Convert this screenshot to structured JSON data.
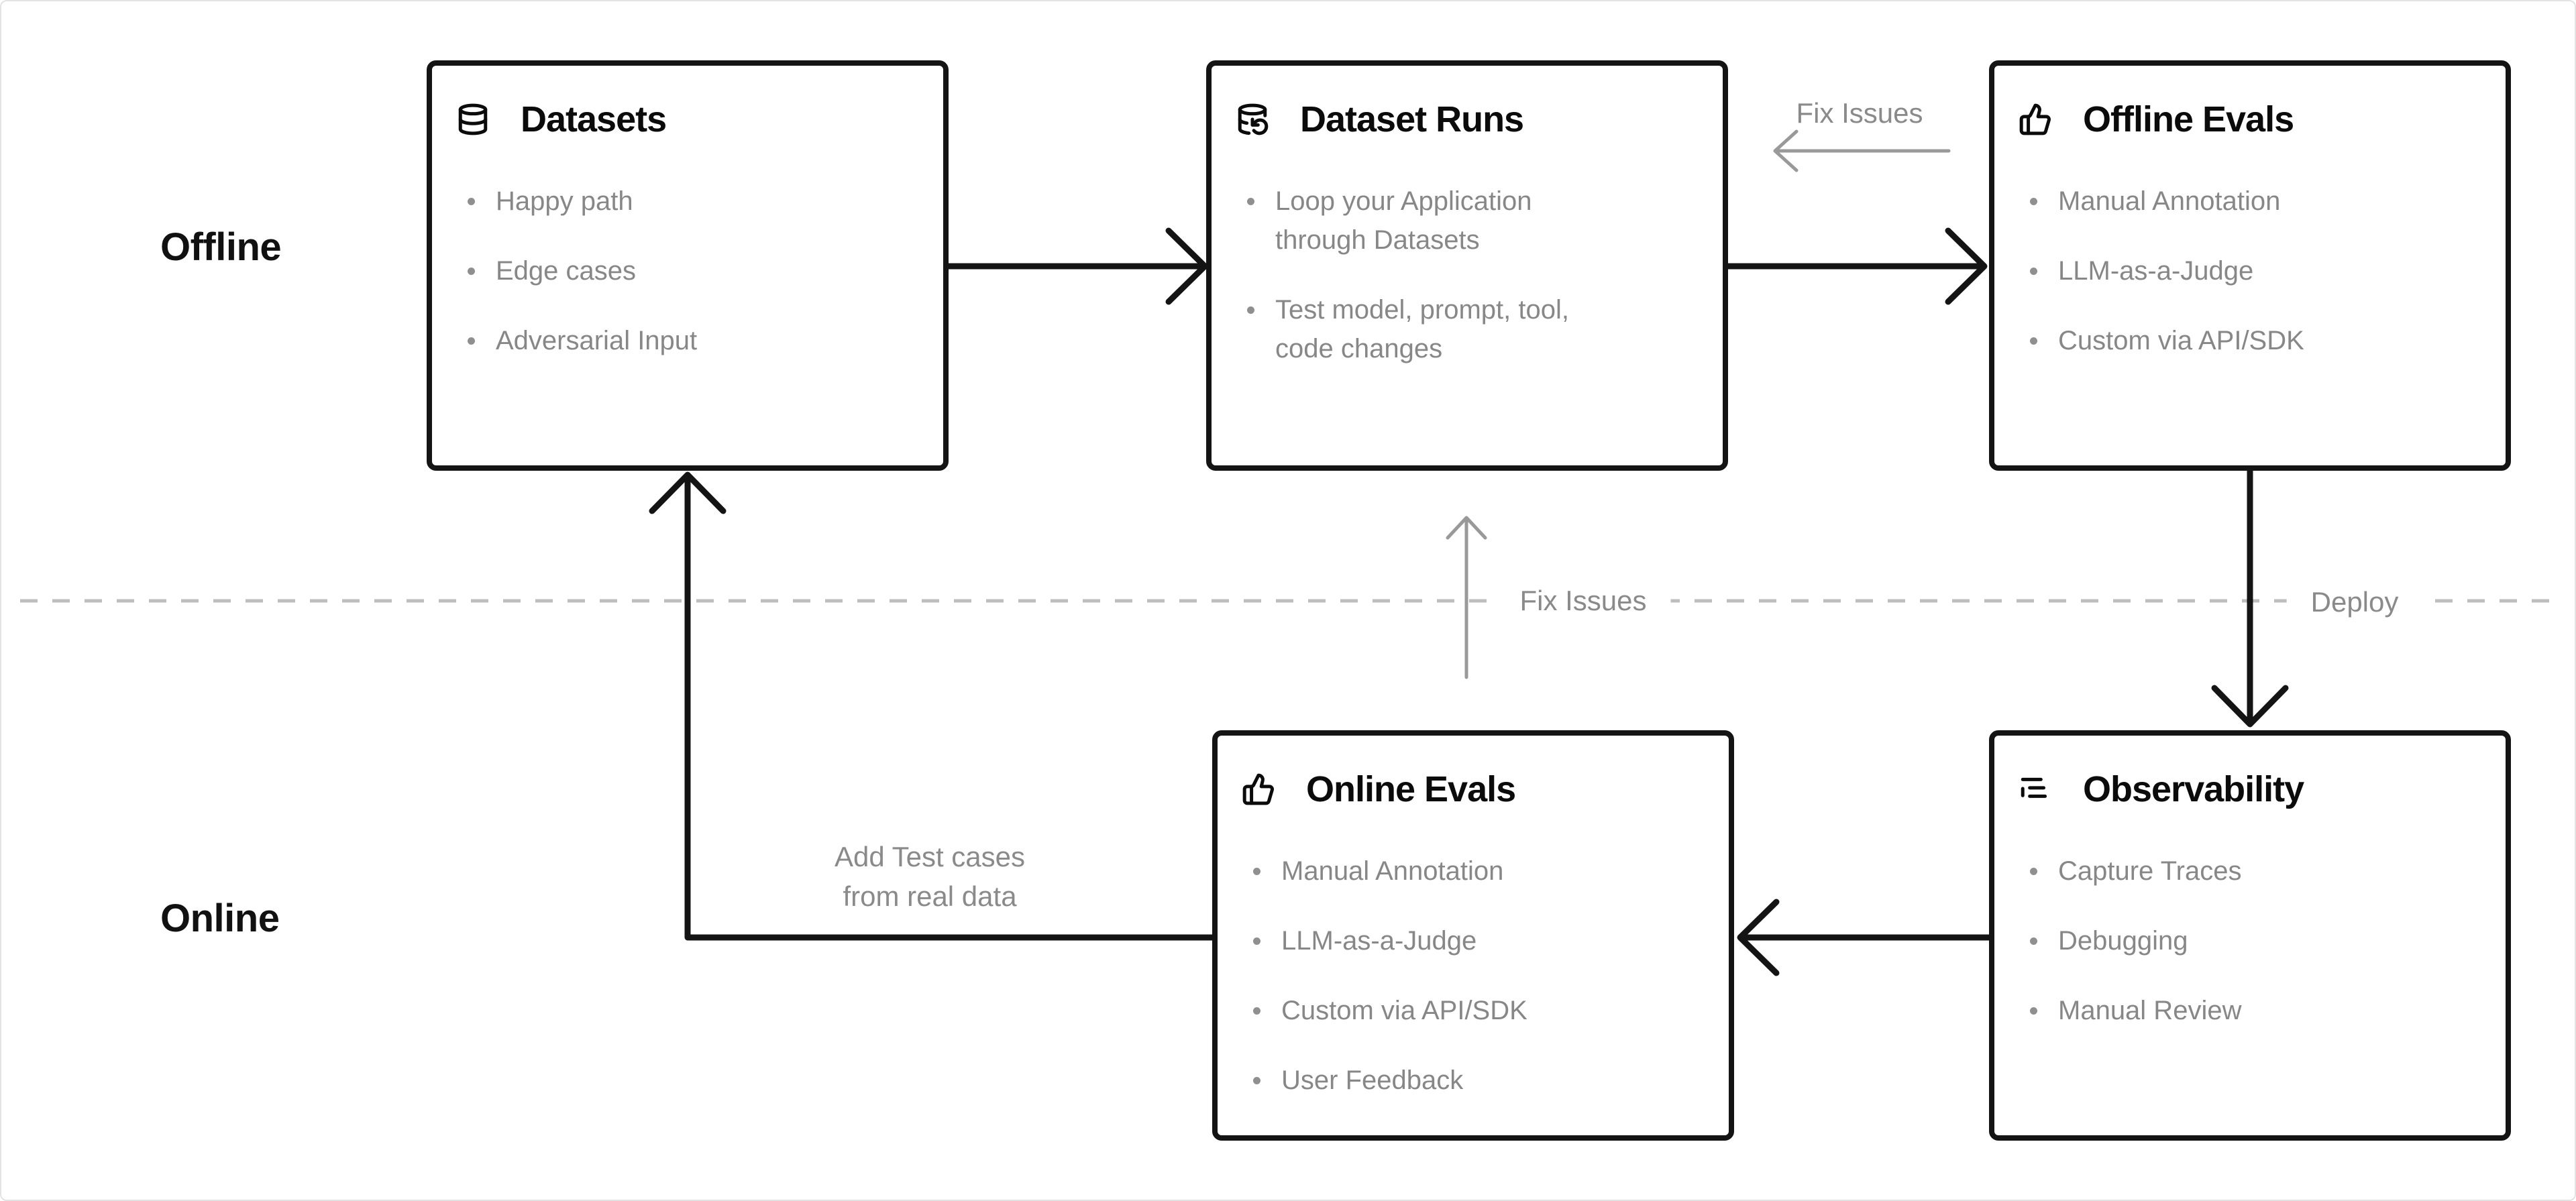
{
  "canvas": {
    "background": "#ffffff",
    "border_color": "#e3e3e3"
  },
  "colors": {
    "box_border": "#141414",
    "title_text": "#0b0b0b",
    "muted_text": "#878787",
    "arrow_black": "#141414",
    "arrow_gray": "#999999",
    "divider_dash": "#bdbdbd"
  },
  "lanes": {
    "offline": "Offline",
    "online": "Online"
  },
  "divider": {
    "mid_label": "Fix Issues",
    "deploy_label": "Deploy"
  },
  "annotations": {
    "fix_issues_top": "Fix Issues",
    "add_test_cases": "Add Test cases\nfrom real data"
  },
  "boxes": [
    {
      "icon": "database-icon",
      "title": "Datasets",
      "items": [
        "Happy path",
        "Edge cases",
        "Adversarial Input"
      ]
    },
    {
      "icon": "database-refresh-icon",
      "title": "Dataset Runs",
      "items": [
        "Loop your Application through Datasets",
        "Test model, prompt, tool, code changes"
      ]
    },
    {
      "icon": "thumbs-up-icon",
      "title": "Offline Evals",
      "items": [
        "Manual Annotation",
        "LLM-as-a-Judge",
        "Custom via API/SDK"
      ]
    },
    {
      "icon": "thumbs-up-icon",
      "title": "Online Evals",
      "items": [
        "Manual Annotation",
        "LLM-as-a-Judge",
        "Custom via API/SDK",
        "User Feedback"
      ]
    },
    {
      "icon": "list-tree-icon",
      "title": "Observability",
      "items": [
        "Capture Traces",
        "Debugging",
        "Manual Review"
      ]
    }
  ]
}
